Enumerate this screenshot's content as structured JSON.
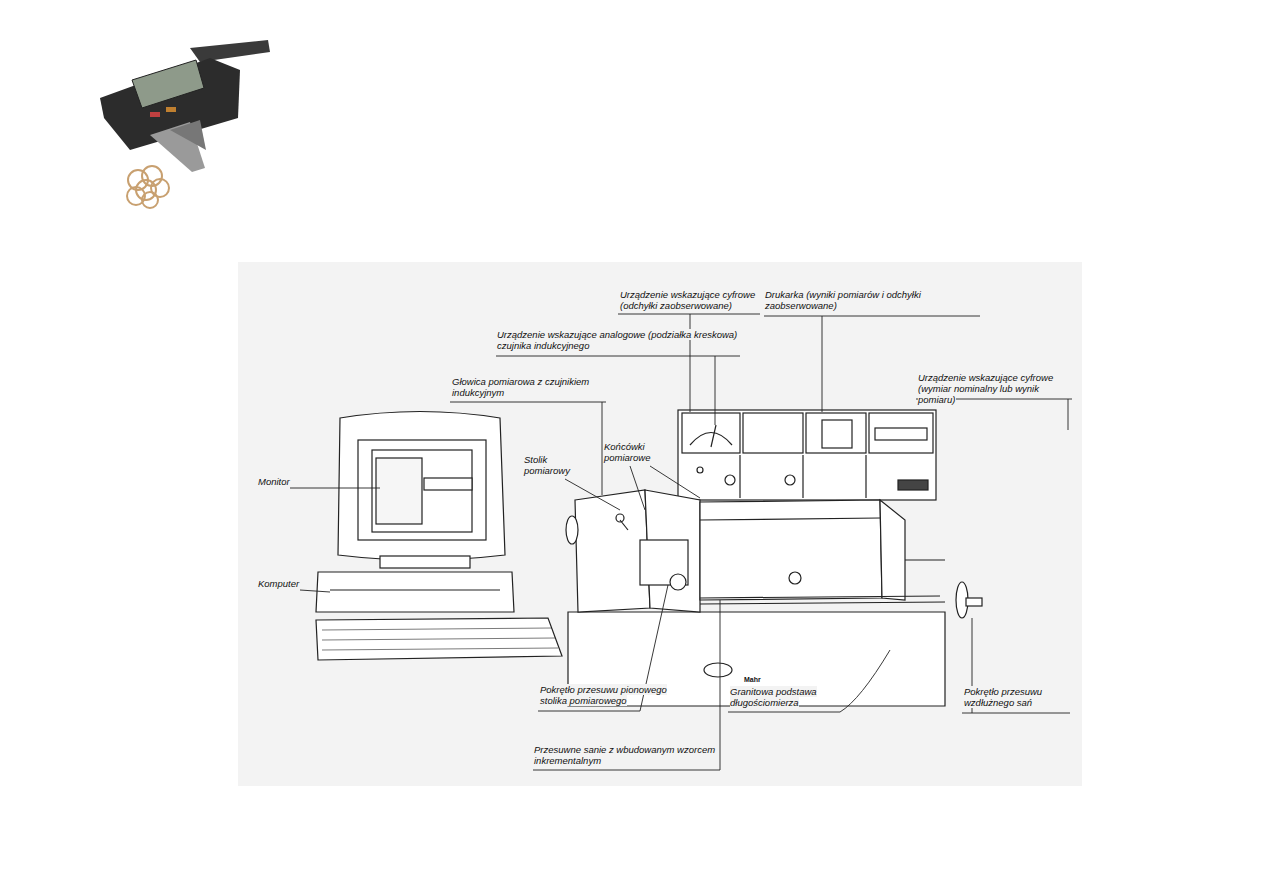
{
  "diagram": {
    "labels": [
      "Urządzenie wskazujące cyfrowe (odchyłki zaobserwowane)",
      "Drukarka (wyniki pomiarów i odchyłki zaobserwowane)",
      "Urządzenie wskazujące analogowe (podziałka kreskowa) czujnika indukcyjnego",
      "Urządzenie wskazujące cyfrowe (wymiar nominalny lub wynik pomiaru)",
      "Głowica pomiarowa z czujnikiem indukcyjnym",
      "Końcówki pomiarowe",
      "Stolik pomiarowy",
      "Monitor",
      "Komputer",
      "Pokrętło przesuwu pionowego stolika pomiarowego",
      "Granitowa podstawa długościomierza",
      "Pokrętło przesuwu wzdłużnego sań",
      "Przesuwne sanie z wbudowanym wzorcem inkrementalnym",
      "Mahr"
    ]
  }
}
